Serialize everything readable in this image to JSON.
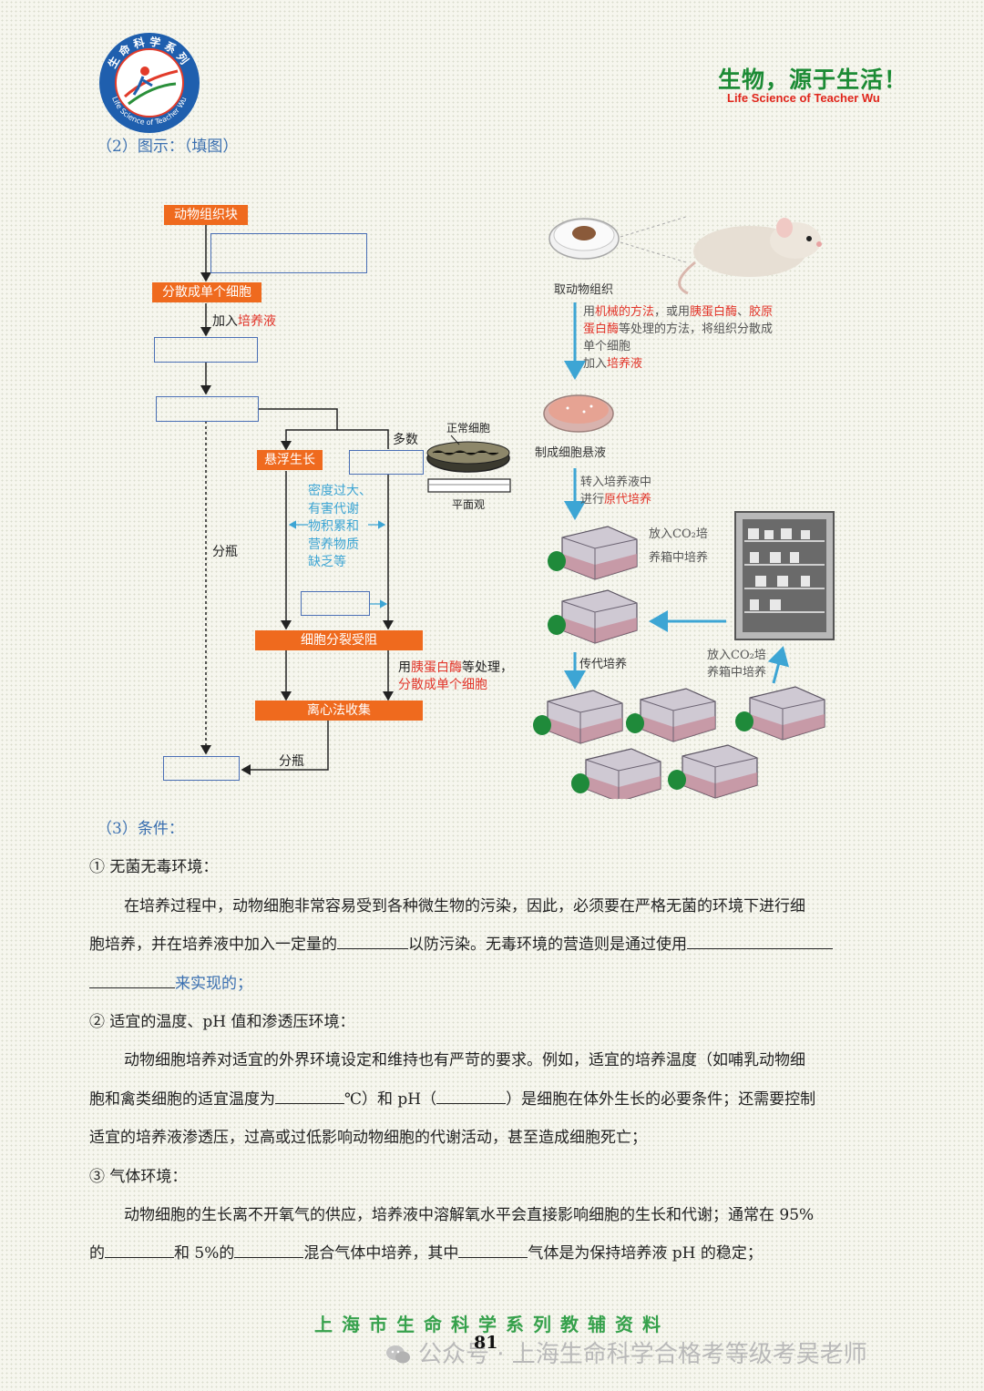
{
  "header": {
    "logo_ring_text": "生命科学系列 Life Science of Teacher Wu",
    "slogan_cn": "生物，源于生活！",
    "slogan_en": "Life Science of Teacher Wu"
  },
  "section2": {
    "title": "（2）图示：（填图）"
  },
  "flowchart": {
    "tissue": "动物组织块",
    "single_cells": "分散成单个细胞",
    "add_medium_prefix": "加入",
    "add_medium_red": "培养液",
    "suspension": "悬浮生长",
    "majority": "多数",
    "normal_cells": "正常细胞",
    "plan_view": "平面观",
    "inhibit_lines": [
      "密度过大、",
      "有害代谢",
      "物积累和",
      "营养物质",
      "缺乏等"
    ],
    "division_blocked": "细胞分裂受阻",
    "trypsin_prefix": "用",
    "trypsin_red": "胰蛋白酶",
    "trypsin_suffix": "等处理，",
    "trypsin_line2": "分散成单个细胞",
    "centrifuge": "离心法收集",
    "split_left": "分瓶",
    "split_bottom": "分瓶"
  },
  "photo_panel": {
    "take_tissue": "取动物组织",
    "method_line1_a": "用",
    "method_line1_b": "机械的方法",
    "method_line1_c": "，或用",
    "method_line1_d": "胰蛋白酶",
    "method_line1_e": "、",
    "method_line1_f": "胶原",
    "method_line2_a": "蛋白酶",
    "method_line2_b": "等处理的方法，将组织分散成",
    "method_line3": "单个细胞",
    "method_line4_a": "加入",
    "method_line4_b": "培养液",
    "suspension_label": "制成细胞悬液",
    "transfer_line1": "转入培养液中",
    "transfer_line2_a": "进行",
    "transfer_line2_b": "原代培养",
    "incubator_a1": "放入CO₂培",
    "incubator_a2": "养箱中培养",
    "passage": "传代培养",
    "incubator_b1": "放入CO₂培",
    "incubator_b2": "养箱中培养"
  },
  "section3": {
    "title": "（3）条件：",
    "c1_title": "① 无菌无毒环境：",
    "c1_line1": "在培养过程中，动物细胞非常容易受到各种微生物的污染，因此，必须要在严格无菌的环境下进行细",
    "c1_line2_a": "胞培养，并在培养液中加入一定量的",
    "c1_line2_b": "以防污染。无毒环境的营造则是通过使用",
    "c1_line3_b": "来实现的；",
    "c2_title": "② 适宜的温度、pH 值和渗透压环境：",
    "c2_line1": "动物细胞培养对适宜的外界环境设定和维持也有严苛的要求。例如，适宜的培养温度（如哺乳动物细",
    "c2_line2_a": "胞和禽类细胞的适宜温度为",
    "c2_line2_b": "℃）和 pH（",
    "c2_line2_c": "）是细胞在体外生长的必要条件；还需要控制",
    "c2_line3": "适宜的培养液渗透压，过高或过低影响动物细胞的代谢活动，甚至造成细胞死亡；",
    "c3_title": "③ 气体环境：",
    "c3_line1": "动物细胞的生长离不开氧气的供应，培养液中溶解氧水平会直接影响细胞的生长和代谢；通常在 95%",
    "c3_line2_a": "的",
    "c3_line2_b": "和 5%的",
    "c3_line2_c": "混合气体中培养，其中",
    "c3_line2_d": "气体是为保持培养液 pH 的稳定；"
  },
  "footer": {
    "series": "上海市生命科学系列教辅资料",
    "page": "81",
    "watermark": "公众号 · 上海生命科学合格考等级考吴老师"
  }
}
